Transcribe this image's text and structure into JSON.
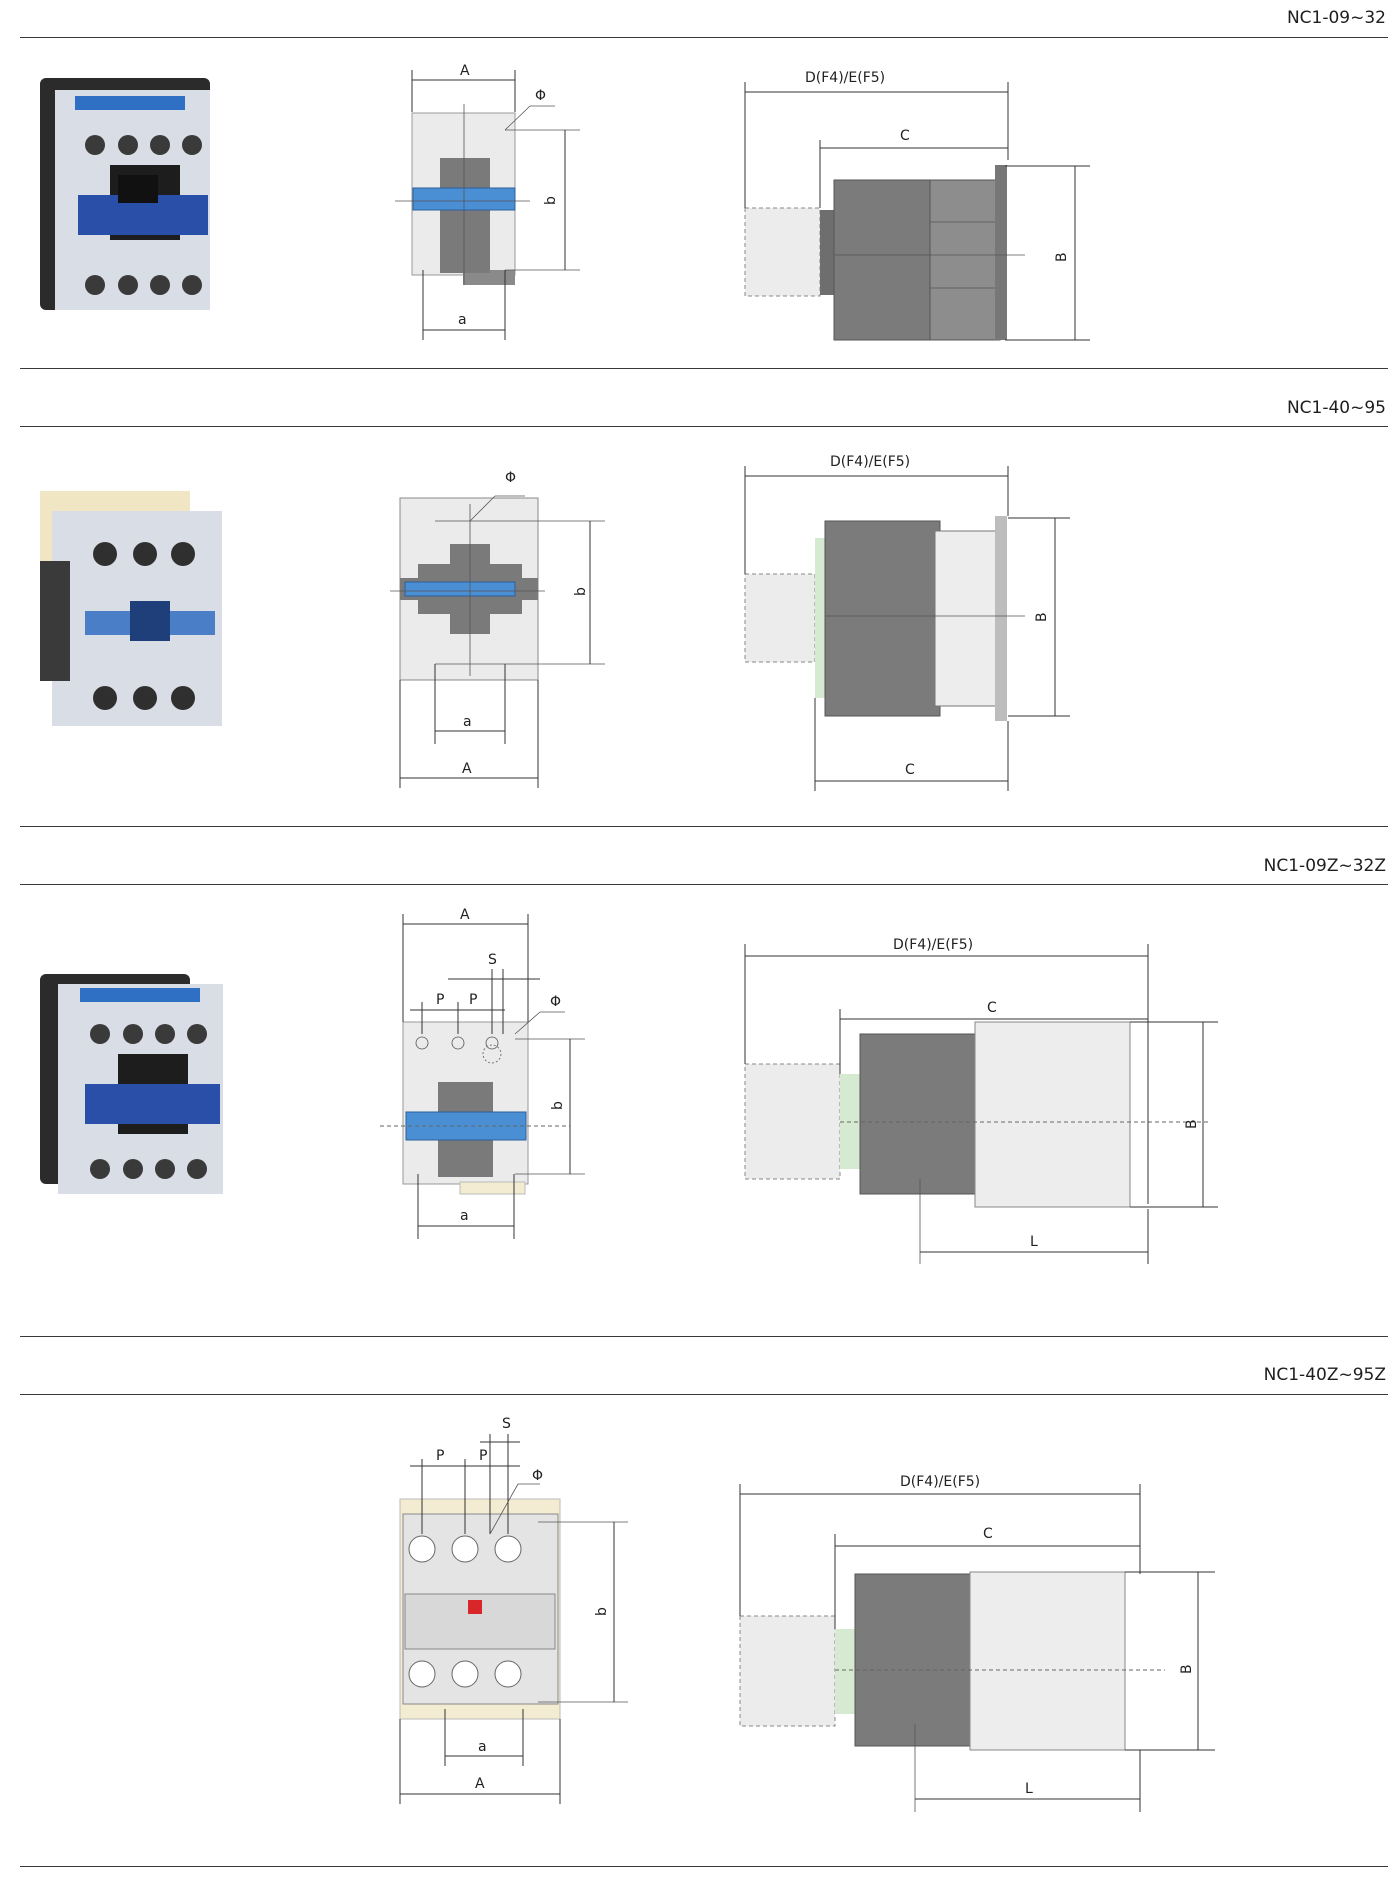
{
  "sections": [
    {
      "model": "NC1-09~32",
      "front_labels": {
        "width": "A",
        "hole": "Φ",
        "mount_h": "b",
        "mount_w": "a"
      },
      "side_labels": {
        "depth": "D(F4)/E(F5)",
        "body": "C",
        "height": "B"
      }
    },
    {
      "model": "NC1-40~95",
      "front_labels": {
        "width": "A",
        "hole": "Φ",
        "mount_h": "b",
        "mount_w": "a"
      },
      "side_labels": {
        "depth": "D(F4)/E(F5)",
        "body": "C",
        "height": "B"
      }
    },
    {
      "model": "NC1-09Z~32Z",
      "front_labels": {
        "width": "A",
        "hole": "Φ",
        "mount_h": "b",
        "mount_w": "a",
        "spacing_s": "S",
        "pitch1": "P",
        "pitch2": "P"
      },
      "side_labels": {
        "depth": "D(F4)/E(F5)",
        "body": "C",
        "height": "B",
        "length": "L"
      }
    },
    {
      "model": "NC1-40Z~95Z",
      "front_labels": {
        "width": "A",
        "hole": "Φ",
        "mount_h": "b",
        "mount_w": "a",
        "spacing_s": "S",
        "pitch1": "P",
        "pitch2": "P"
      },
      "side_labels": {
        "depth": "D(F4)/E(F5)",
        "body": "C",
        "height": "B",
        "length": "L"
      }
    }
  ],
  "colors": {
    "body_gray": "#7a7a7a",
    "light_gray": "#e6e6e6",
    "accent_blue": "#4a8fd4",
    "cream": "#f3ecd2",
    "green": "#cfe8c8",
    "red": "#d9262b"
  }
}
